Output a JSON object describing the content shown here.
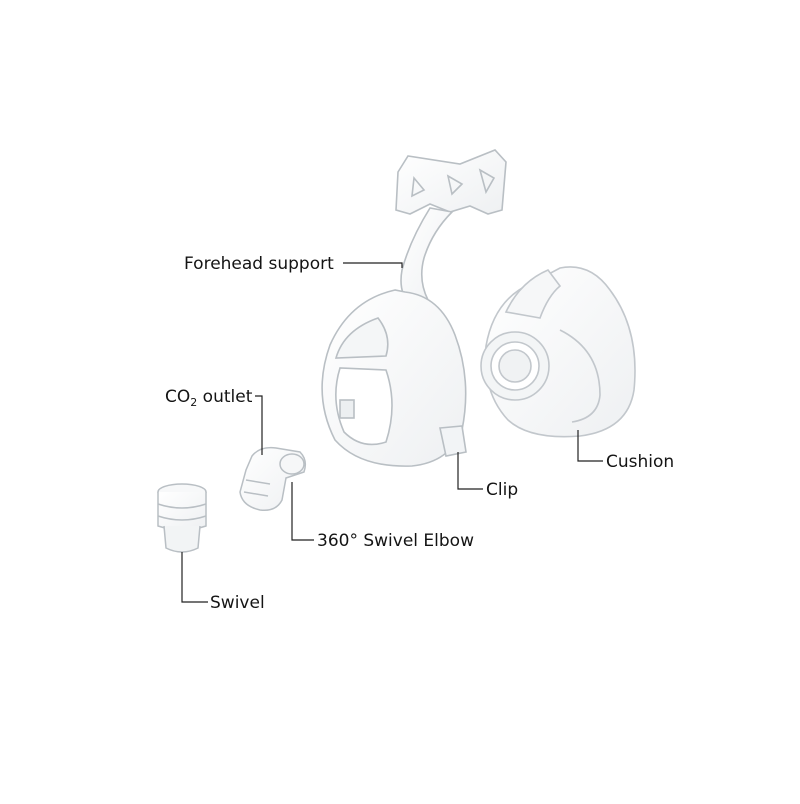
{
  "labels": {
    "forehead_support": "Forehead support",
    "co2_prefix": "CO",
    "co2_sub": "2",
    "co2_suffix": " outlet",
    "swivel_elbow": "360° Swivel Elbow",
    "swivel": "Swivel",
    "clip": "Clip",
    "cushion": "Cushion"
  },
  "colors": {
    "text": "#141414",
    "leader_line": "#222222",
    "part_outline": "#b9bfc4",
    "part_fill": "#f7f8f9"
  }
}
